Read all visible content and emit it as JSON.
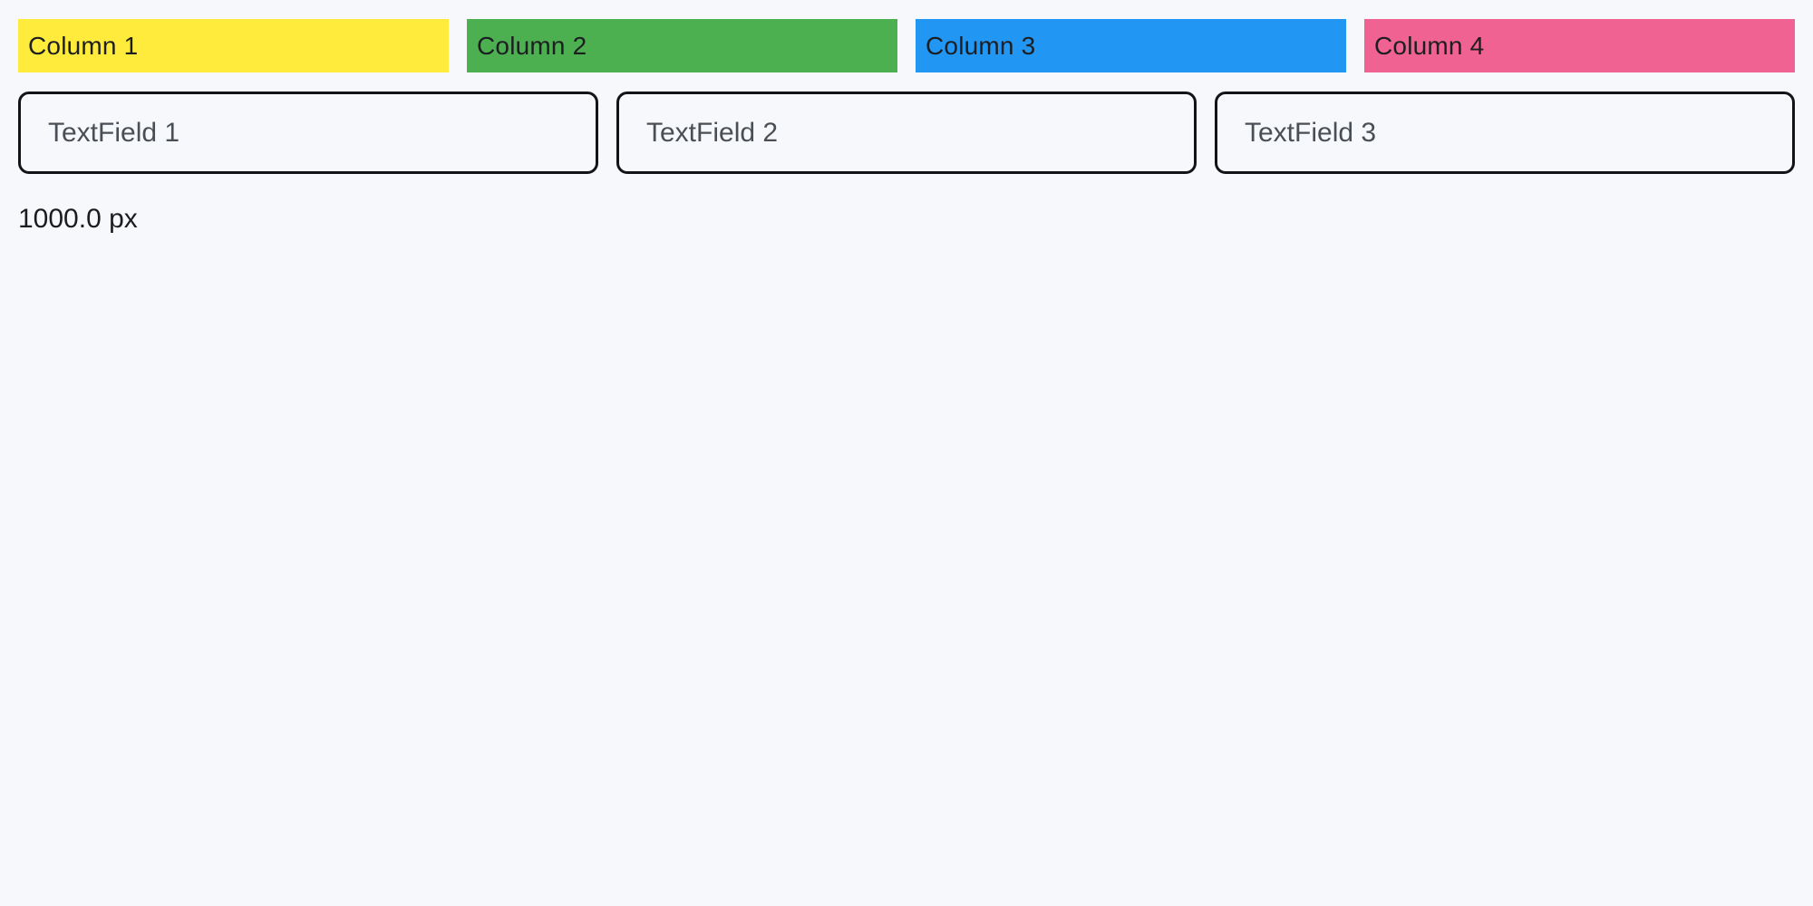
{
  "page": {
    "background_color": "#F7F8FC",
    "width_label": "1000.0 px"
  },
  "columns": {
    "items": [
      {
        "label": "Column 1",
        "color": "#FFEB3B"
      },
      {
        "label": "Column 2",
        "color": "#4CAF50"
      },
      {
        "label": "Column 3",
        "color": "#2196F3"
      },
      {
        "label": "Column 4",
        "color": "#F06292"
      }
    ]
  },
  "text_fields": {
    "items": [
      {
        "placeholder": "TextField 1"
      },
      {
        "placeholder": "TextField 2"
      },
      {
        "placeholder": "TextField 3"
      }
    ]
  }
}
